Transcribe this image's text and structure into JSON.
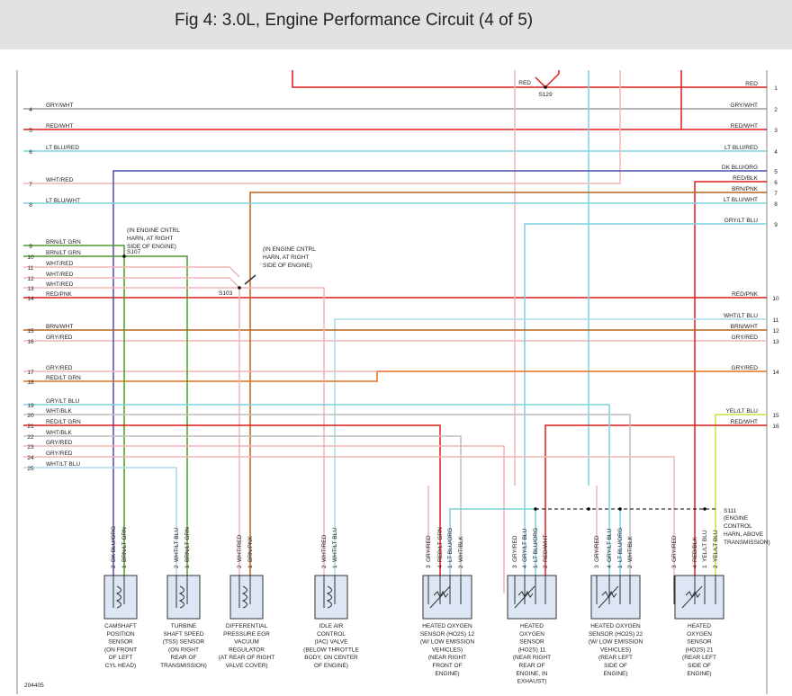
{
  "header": {
    "title": "Fig 4: 3.0L, Engine Performance Circuit (4 of 5)"
  },
  "figure_id": "204405",
  "colors": {
    "RED": "#dd1c1c",
    "GRY": "#9a9a9a",
    "LT_BLU": "#7fd0e0",
    "DK_BLU": "#4c4ca8",
    "BRN": "#b5651d",
    "GRN": "#4d9a2a",
    "WHT_RED": "#f2b5b5",
    "PNK": "#e8a0a0",
    "ORG": "#e67020",
    "YEL": "#c8e040",
    "BLK": "#333333",
    "WHT_BLK": "#bdbdbd"
  },
  "left_wires": [
    {
      "num": "4",
      "label": "GRY/WHT"
    },
    {
      "num": "5",
      "label": "RED/WHT"
    },
    {
      "num": "6",
      "label": "LT BLU/RED"
    },
    {
      "num": "7",
      "label": "WHT/RED"
    },
    {
      "num": "8",
      "label": "LT BLU/WHT"
    },
    {
      "num": "9",
      "label": "BRN/LT GRN"
    },
    {
      "num": "10",
      "label": "BRN/LT GRN"
    },
    {
      "num": "11",
      "label": "WHT/RED"
    },
    {
      "num": "12",
      "label": "WHT/RED"
    },
    {
      "num": "13",
      "label": "WHT/RED"
    },
    {
      "num": "14",
      "label": "RED/PNK"
    },
    {
      "num": "15",
      "label": "BRN/WHT"
    },
    {
      "num": "16",
      "label": "GRY/RED"
    },
    {
      "num": "17",
      "label": "GRY/RED"
    },
    {
      "num": "18",
      "label": "RED/LT GRN"
    },
    {
      "num": "19",
      "label": "GRY/LT BLU"
    },
    {
      "num": "20",
      "label": "WHT/BLK"
    },
    {
      "num": "21",
      "label": "RED/LT GRN"
    },
    {
      "num": "22",
      "label": "WHT/BLK"
    },
    {
      "num": "23",
      "label": "GRY/RED"
    },
    {
      "num": "24",
      "label": "GRY/RED"
    },
    {
      "num": "25",
      "label": "WHT/LT BLU"
    }
  ],
  "right_wires": [
    {
      "num": "1",
      "label": "RED"
    },
    {
      "num": "2",
      "label": "GRY/WHT"
    },
    {
      "num": "3",
      "label": "RED/WHT"
    },
    {
      "num": "4",
      "label": "LT BLU/RED"
    },
    {
      "num": "5",
      "label": "DK BLU/ORG"
    },
    {
      "num": "6",
      "label": "RED/BLK"
    },
    {
      "num": "7",
      "label": "BRN/PNK"
    },
    {
      "num": "8",
      "label": "LT BLU/WHT"
    },
    {
      "num": "9",
      "label": "GRY/LT BLU"
    },
    {
      "num": "10",
      "label": "RED/PNK"
    },
    {
      "num": "11",
      "label": "WHT/LT BLU"
    },
    {
      "num": "12",
      "label": "BRN/WHT"
    },
    {
      "num": "13",
      "label": "GRY/RED"
    },
    {
      "num": "14",
      "label": "GRY/RED"
    },
    {
      "num": "15",
      "label": "YEL/LT BLU"
    },
    {
      "num": "16",
      "label": "RED/WHT"
    }
  ],
  "splices": {
    "s129": {
      "id": "S129",
      "wire": "RED"
    },
    "s107": {
      "id": "S107",
      "note": [
        "(IN ENGINE CNTRL",
        "HARN, AT RIGHT",
        "SIDE OF ENGINE)"
      ]
    },
    "s103": {
      "id": "S103",
      "note": [
        "(IN ENGINE CNTRL",
        "HARN, AT RIGHT",
        "SIDE OF ENGINE)"
      ]
    },
    "s111": {
      "id": "S111",
      "note": [
        "(ENGINE",
        "CONTROL",
        "HARN, ABOVE",
        "TRANSMISSION)"
      ]
    }
  },
  "components": [
    {
      "name": "camshaft-position-sensor",
      "pins": [
        {
          "n": "2",
          "w": "DK BLU/ORG"
        },
        {
          "n": "1",
          "w": "BRN/LT GRN"
        }
      ],
      "caption": [
        "CAMSHAFT",
        "POSITION",
        "SENSOR",
        "(ON FRONT",
        "OF LEFT",
        "CYL HEAD)"
      ]
    },
    {
      "name": "turbine-shaft-speed-sensor",
      "pins": [
        {
          "n": "2",
          "w": "WHT/LT BLU"
        },
        {
          "n": "1",
          "w": "BRN/LT GRN"
        }
      ],
      "caption": [
        "TURBINE",
        "SHAFT SPEED",
        "(TSS) SENSOR",
        "(ON RIGHT",
        "REAR OF",
        "TRANSMISSION)"
      ]
    },
    {
      "name": "differential-pressure-egr-vacuum-regulator",
      "pins": [
        {
          "n": "2",
          "w": "WHT/RED"
        },
        {
          "n": "1",
          "w": "BRN/PNK"
        }
      ],
      "caption": [
        "DIFFERENTIAL",
        "PRESSURE EGR",
        "VACUUM",
        "REGULATOR",
        "(AT REAR OF RIGHT",
        "VALVE COVER)"
      ]
    },
    {
      "name": "idle-air-control-valve",
      "pins": [
        {
          "n": "2",
          "w": "WHT/RED"
        },
        {
          "n": "1",
          "w": "WHT/LT BLU"
        }
      ],
      "caption": [
        "IDLE AIR",
        "CONTROL",
        "(IAC) VALVE",
        "(BELOW THROTTLE",
        "BODY, ON CENTER",
        "OF ENGINE)"
      ]
    },
    {
      "name": "heated-oxygen-sensor-12",
      "pins": [
        {
          "n": "3",
          "w": "GRY/RED"
        },
        {
          "n": "4",
          "w": "RED/LT GRN"
        },
        {
          "n": "1",
          "w": "LT BLU/ORG"
        },
        {
          "n": "2",
          "w": "WHT/BLK"
        }
      ],
      "caption": [
        "HEATED OXYGEN",
        "SENSOR (HO2S) 12",
        "(W/ LOW EMISSION",
        "VEHICLES)",
        "(NEAR RIGHT",
        "FRONT OF",
        "ENGINE)"
      ]
    },
    {
      "name": "heated-oxygen-sensor-11",
      "pins": [
        {
          "n": "3",
          "w": "GRY/RED"
        },
        {
          "n": "4",
          "w": "GRY/LT BLU"
        },
        {
          "n": "1",
          "w": "LT BLU/ORG"
        },
        {
          "n": "2",
          "w": "RED/WHT"
        }
      ],
      "caption": [
        "HEATED",
        "OXYGEN",
        "SENSOR",
        "(HO2S) 11",
        "(NEAR RIGHT",
        "REAR OF",
        "ENGINE, IN",
        "EXHAUST)"
      ]
    },
    {
      "name": "heated-oxygen-sensor-22",
      "pins": [
        {
          "n": "3",
          "w": "GRY/RED"
        },
        {
          "n": "4",
          "w": "GRY/LT BLU"
        },
        {
          "n": "1",
          "w": "LT BLU/ORG"
        },
        {
          "n": "2",
          "w": "WHT/BLK"
        }
      ],
      "caption": [
        "HEATED OXYGEN",
        "SENSOR (HO2S) 22",
        "(W/ LOW EMISSION",
        "VEHICLES)",
        "(REAR LEFT",
        "SIDE OF",
        "ENGINE)"
      ]
    },
    {
      "name": "heated-oxygen-sensor-21",
      "pins": [
        {
          "n": "3",
          "w": "GRY/RED"
        },
        {
          "n": "4",
          "w": "RED/BLK"
        },
        {
          "n": "1",
          "w": "YEL/LT BLU"
        },
        {
          "n": "2",
          "w": "YEL/LT BLU"
        }
      ],
      "caption": [
        "HEATED",
        "OXYGEN",
        "SENSOR",
        "(HO2S) 21",
        "(REAR LEFT",
        "SIDE OF",
        "ENGINE)"
      ]
    }
  ]
}
